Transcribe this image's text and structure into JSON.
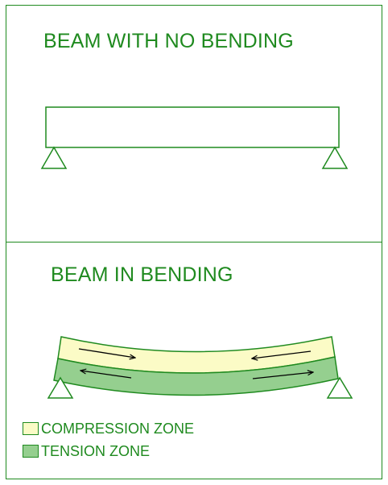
{
  "panels": {
    "top": {
      "title": "BEAM WITH NO BENDING"
    },
    "bottom": {
      "title": "BEAM IN BENDING"
    }
  },
  "legend": [
    {
      "label": "COMPRESSION ZONE",
      "color": "#fbfbc6"
    },
    {
      "label": "TENSION ZONE",
      "color": "#95cf8f"
    }
  ],
  "colors": {
    "line": "#1f8a1f",
    "compression_fill": "#fbfbc6",
    "tension_fill": "#95cf8f",
    "arrow": "#000000"
  }
}
